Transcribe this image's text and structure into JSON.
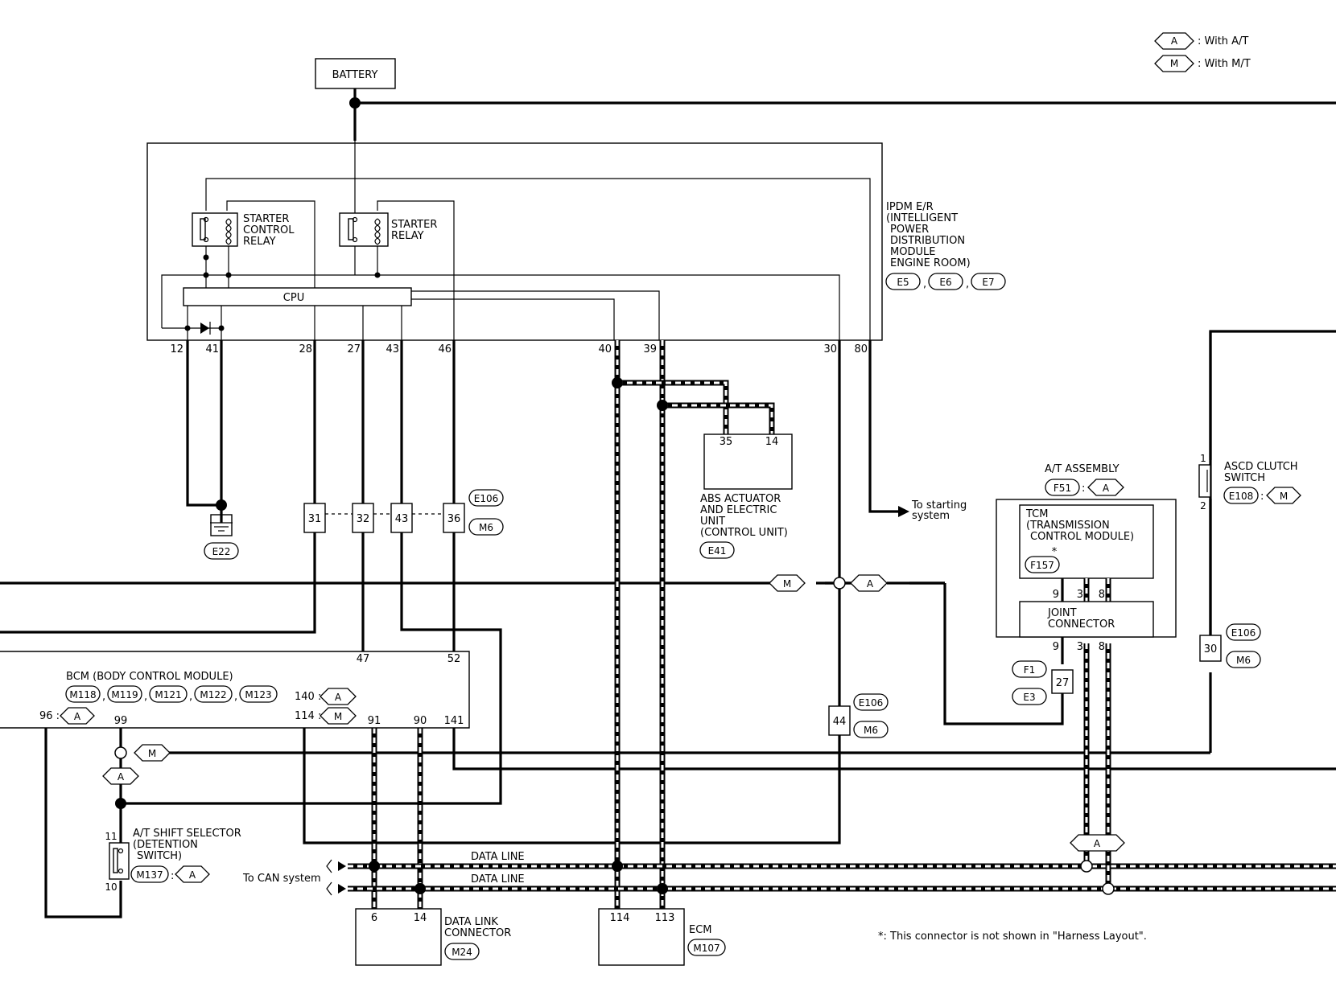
{
  "legend": {
    "a_tag": "A",
    "a_text": ": With A/T",
    "m_tag": "M",
    "m_text": ": With M/T"
  },
  "battery": "BATTERY",
  "ipdm": {
    "label": [
      "IPDM E/R",
      "(INTELLIGENT",
      "POWER",
      "DISTRIBUTION",
      "MODULE",
      "ENGINE ROOM)"
    ],
    "connectors": [
      "E5",
      "E6",
      "E7"
    ],
    "starter_control_relay": [
      "STARTER",
      "CONTROL",
      "RELAY"
    ],
    "starter_relay": [
      "STARTER",
      "RELAY"
    ],
    "cpu": "CPU",
    "pins": [
      "12",
      "41",
      "28",
      "27",
      "43",
      "46",
      "40",
      "39",
      "30",
      "80"
    ]
  },
  "ground": {
    "connector": "E22"
  },
  "inline_connector": {
    "pins": [
      "31",
      "32",
      "43",
      "36"
    ],
    "connectors": [
      "E106",
      "M6"
    ]
  },
  "abs": {
    "pins": [
      "35",
      "14"
    ],
    "label": [
      "ABS ACTUATOR",
      "AND ELECTRIC",
      "UNIT",
      "(CONTROL UNIT)"
    ],
    "connector": "E41"
  },
  "to_starting": [
    "To starting",
    "system"
  ],
  "at_assembly": {
    "label": "A/T ASSEMBLY",
    "connector": "F51",
    "tag": "A",
    "tcm": [
      "TCM",
      "(TRANSMISSION",
      "CONTROL MODULE)"
    ],
    "tcm_connector": "F157",
    "star": "*",
    "pins_top": [
      "9",
      "3",
      "8"
    ],
    "joint": [
      "JOINT",
      "CONNECTOR"
    ],
    "pins_bottom": [
      "9",
      "3",
      "8"
    ]
  },
  "f1e3": {
    "c1": "F1",
    "c2": "E3",
    "pin": "27"
  },
  "ascd": {
    "label": [
      "ASCD CLUTCH",
      "SWITCH"
    ],
    "connector": "E108",
    "tag": "M",
    "pin1": "1",
    "pin2": "2"
  },
  "inline_30": {
    "pin": "30",
    "c1": "E106",
    "c2": "M6"
  },
  "inline_44": {
    "pin": "44",
    "c1": "E106",
    "c2": "M6"
  },
  "bcm": {
    "label": "BCM (BODY CONTROL MODULE)",
    "connectors": [
      "M118",
      "M119",
      "M121",
      "M122",
      "M123"
    ],
    "pins_top": [
      "47",
      "52"
    ],
    "pin140": "140 :",
    "pin140_tag": "A",
    "pin114": "114 :",
    "pin114_tag": "M",
    "pin96": "96 :",
    "pin96_tag": "A",
    "pins_bottom": [
      "99",
      "91",
      "90",
      "141"
    ]
  },
  "tags": {
    "m": "M",
    "a": "A"
  },
  "shift_selector": {
    "label": [
      "A/T SHIFT SELECTOR",
      "(DETENTION",
      "SWITCH)"
    ],
    "connector": "M137",
    "tag": "A",
    "pin11": "11",
    "pin10": "10"
  },
  "to_can": "To CAN system",
  "data_line": "DATA LINE",
  "dlc": {
    "pins": [
      "6",
      "14"
    ],
    "label": [
      "DATA LINK",
      "CONNECTOR"
    ],
    "connector": "M24"
  },
  "ecm": {
    "pins": [
      "114",
      "113"
    ],
    "label": "ECM",
    "connector": "M107"
  },
  "footnote": "*: This connector is not shown in \"Harness Layout\"."
}
